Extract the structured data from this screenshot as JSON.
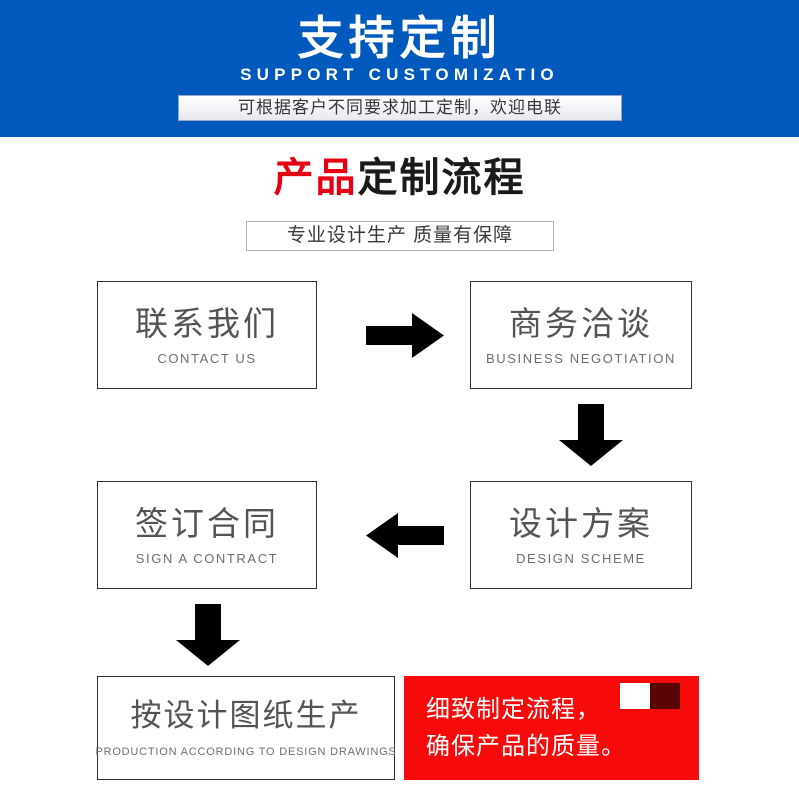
{
  "banner": {
    "title": "支持定制",
    "subtitle": "SUPPORT CUSTOMIZATIO",
    "tagline": "可根据客户不同要求加工定制，欢迎电联",
    "bg_color": "#0059bd"
  },
  "section": {
    "title_highlight": "产品",
    "title_rest": "定制流程",
    "title_highlight_color": "#e60012",
    "title_rest_color": "#1a1a1a",
    "subtitle": "专业设计生产 质量有保障"
  },
  "flow": {
    "steps": [
      {
        "cn": "联系我们",
        "en": "CONTACT US"
      },
      {
        "cn": "商务洽谈",
        "en": "BUSINESS  NEGOTIATION"
      },
      {
        "cn": "设计方案",
        "en": "DESIGN  SCHEME"
      },
      {
        "cn": "签订合同",
        "en": "SIGN A CONTRACT"
      },
      {
        "cn": "按设计图纸生产",
        "en": "PRODUCTION ACCORDING TO DESIGN DRAWINGS"
      }
    ],
    "arrows": [
      {
        "name": "arrow-right-icon",
        "direction": "right"
      },
      {
        "name": "arrow-down-icon",
        "direction": "down"
      },
      {
        "name": "arrow-left-icon",
        "direction": "left"
      },
      {
        "name": "arrow-down-icon",
        "direction": "down"
      }
    ]
  },
  "callout": {
    "line1": "细致制定流程，",
    "line2": "确保产品的质量。",
    "bg_color": "#f60a0a",
    "text_color": "#ffffff",
    "swatch_light": "#ffffff",
    "swatch_dark": "#5a0505"
  }
}
